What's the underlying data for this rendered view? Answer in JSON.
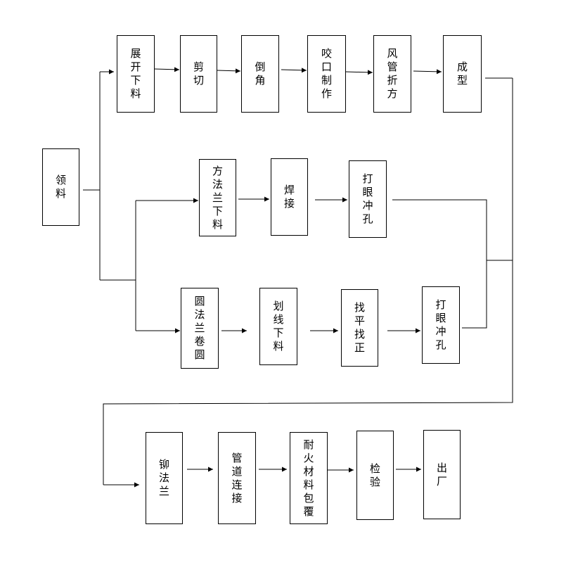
{
  "boxes": {
    "lingliao": "领料",
    "zhankai": "展开下料",
    "jianqie": "剪切",
    "daojiao": "倒角",
    "yaokou": "咬口制作",
    "fengguan": "风管折方",
    "chengxing": "成型",
    "fangfalan": "方法兰下料",
    "hanjie": "焊接",
    "dayan1": "打眼冲孔",
    "yuanfalan": "圆法兰卷圆",
    "huaxian": "划线下料",
    "zhaoping": "找平找正",
    "dayan2": "打眼冲孔",
    "maofalan": "铆法兰",
    "guandao": "管道连接",
    "naihuo": "耐火材料包覆",
    "jianyan": "检验",
    "chuchang": "出厂"
  },
  "colors": {
    "line": "#000000",
    "box_border": "#000000",
    "background": "#ffffff"
  }
}
